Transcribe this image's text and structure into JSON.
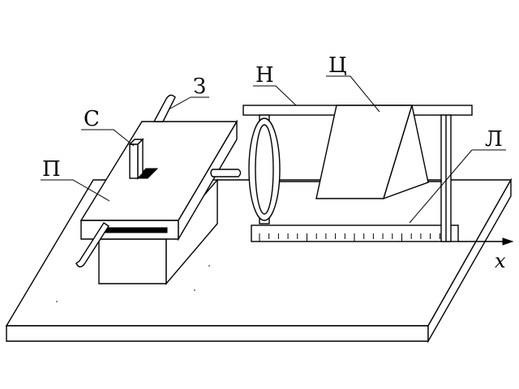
{
  "labels": {
    "slit": "С",
    "shutter": "З",
    "platform": "П",
    "holder": "Н",
    "cylinder": "Ц",
    "ruler": "Л",
    "axis": "x"
  }
}
